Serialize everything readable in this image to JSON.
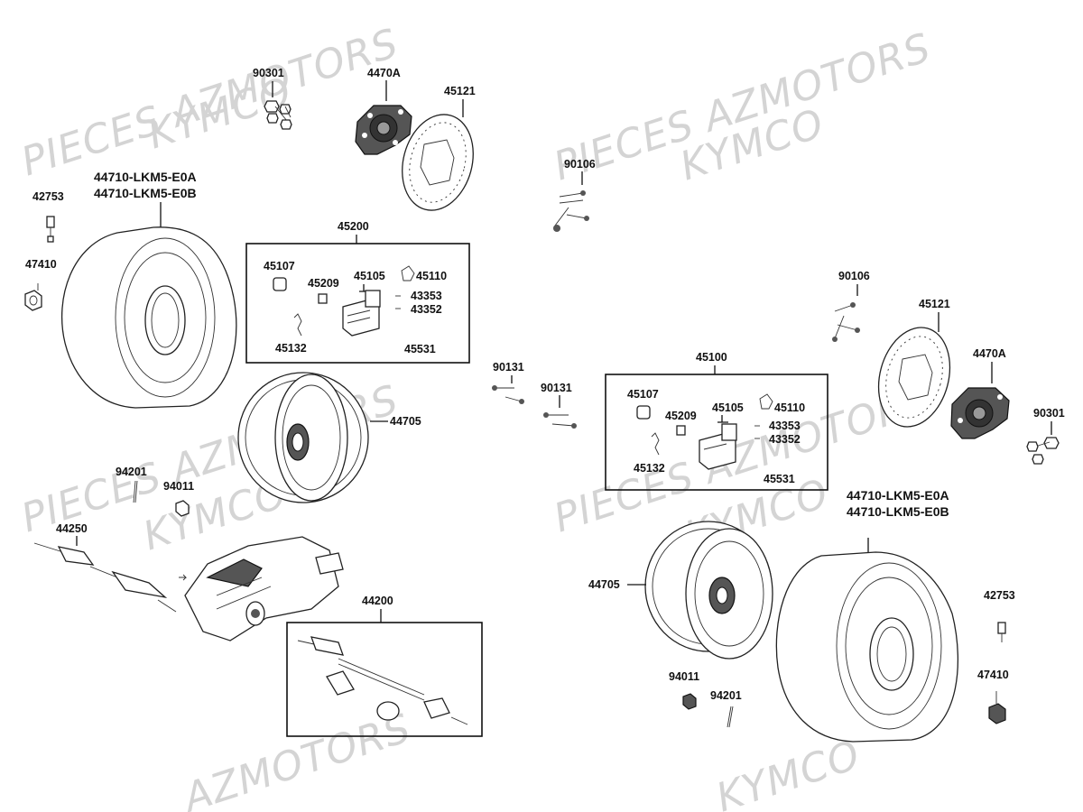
{
  "watermark": {
    "text_a": "PIECES AZMOTORS",
    "text_b": "KYMCO",
    "text_c": "AZMOTORS"
  },
  "labels": {
    "p90301_l": "90301",
    "p4470A_l": "4470A",
    "p45121_l": "45121",
    "p90106_l": "90106",
    "tire_l_line1": "44710-LKM5-E0A",
    "tire_l_line2": "44710-LKM5-E0B",
    "p42753_l": "42753",
    "p47410_l": "47410",
    "p45200": "45200",
    "p45107_l": "45107",
    "p45209_l": "45209",
    "p45105_l": "45105",
    "p45110_l": "45110",
    "p43353_l": "43353",
    "p43352_l": "43352",
    "p45132_l": "45132",
    "p45531_l": "45531",
    "p90131_a": "90131",
    "p90131_b": "90131",
    "p44705_l": "44705",
    "p94201_l": "94201",
    "p94011_l": "94011",
    "p44250": "44250",
    "p44200": "44200",
    "p90106_r": "90106",
    "p45121_r": "45121",
    "p4470A_r": "4470A",
    "p90301_r": "90301",
    "p45100": "45100",
    "p45107_r": "45107",
    "p45209_r": "45209",
    "p45105_r": "45105",
    "p45110_r": "45110",
    "p43353_r": "43353",
    "p43352_r": "43352",
    "p45132_r": "45132",
    "p45531_r": "45531",
    "tire_r_line1": "44710-LKM5-E0A",
    "tire_r_line2": "44710-LKM5-E0B",
    "p44705_r": "44705",
    "p42753_r": "42753",
    "p94011_r": "94011",
    "p94201_r": "94201",
    "p47410_r": "47410"
  }
}
